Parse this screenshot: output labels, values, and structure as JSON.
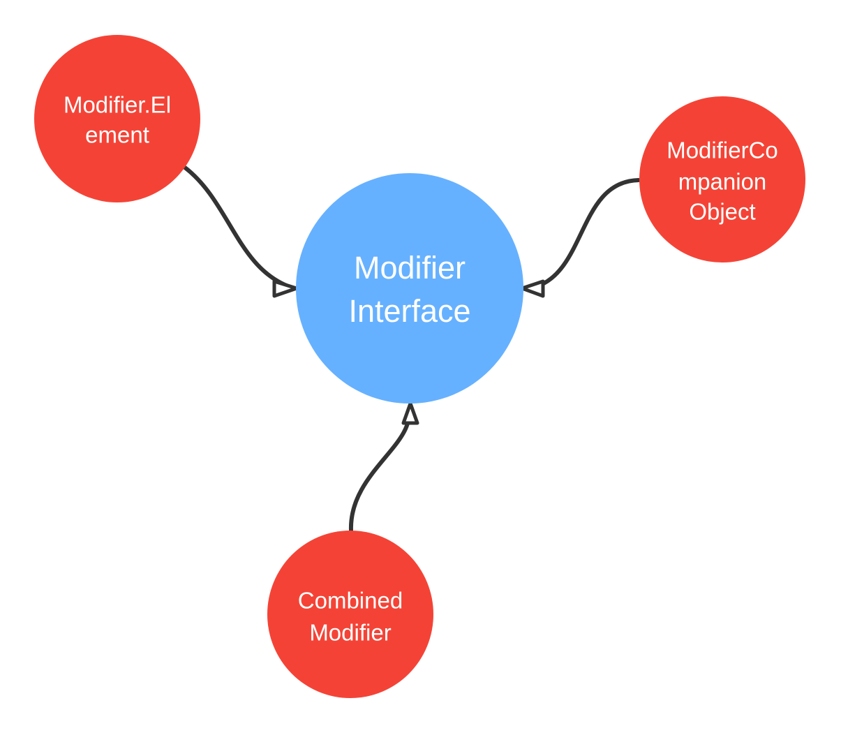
{
  "colors": {
    "background": "#ffffff",
    "center_node": "#66b1ff",
    "outer_node": "#f44336",
    "edge": "#333333",
    "label": "#ffffff"
  },
  "nodes": {
    "modifier_interface": {
      "lines": [
        "Modifier",
        "Interface"
      ]
    },
    "modifier_element": {
      "lines": [
        "Modifier.El",
        "ement"
      ]
    },
    "modifier_companion": {
      "lines": [
        "ModifierCo",
        "mpanion",
        "Object"
      ]
    },
    "combined_modifier": {
      "lines": [
        "Combined",
        "Modifier"
      ]
    }
  },
  "edges": [
    {
      "from": "modifier_element",
      "to": "modifier_interface",
      "arrow": "hollow-triangle"
    },
    {
      "from": "modifier_companion",
      "to": "modifier_interface",
      "arrow": "hollow-triangle"
    },
    {
      "from": "combined_modifier",
      "to": "modifier_interface",
      "arrow": "hollow-triangle"
    }
  ]
}
